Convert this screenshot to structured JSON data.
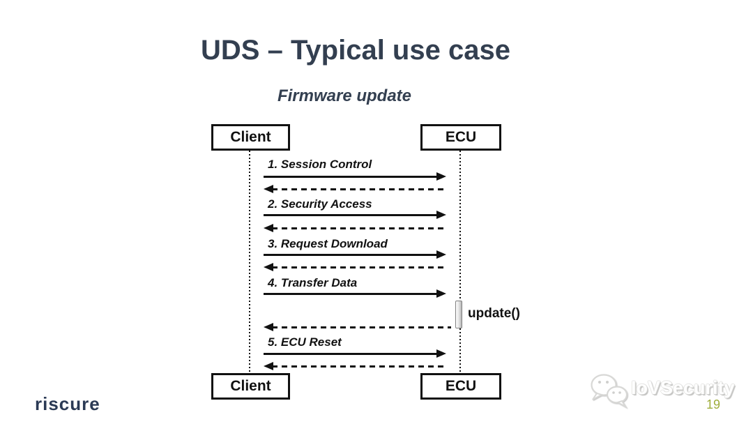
{
  "slide": {
    "title": "UDS – Typical use case",
    "subtitle": "Firmware update",
    "page_number": "19"
  },
  "diagram": {
    "participants": {
      "top_left": "Client",
      "top_right": "ECU",
      "bottom_left": "Client",
      "bottom_right": "ECU"
    },
    "messages": [
      {
        "label": "1. Session Control",
        "direction": "client-to-ecu",
        "response": "dashed-return"
      },
      {
        "label": "2. Security Access",
        "direction": "client-to-ecu",
        "response": "dashed-return"
      },
      {
        "label": "3. Request Download",
        "direction": "client-to-ecu",
        "response": "dashed-return"
      },
      {
        "label": "4. Transfer Data",
        "direction": "client-to-ecu",
        "response": "dashed-return-after-update"
      },
      {
        "label": "5. ECU Reset",
        "direction": "client-to-ecu",
        "response": "dashed-return"
      }
    ],
    "self_call_label": "update()"
  },
  "footer": {
    "logo_text": "riscure",
    "watermark_icon": "wechat-icon",
    "watermark_text": "IoVSecurity"
  },
  "colors": {
    "title_text": "#333F50",
    "diagram_ink": "#111111",
    "logo_text": "#2B3A55",
    "page_number": "#9FAD3B",
    "activation_fill": "#E8E8E8",
    "activation_border": "#7F7F7F"
  }
}
